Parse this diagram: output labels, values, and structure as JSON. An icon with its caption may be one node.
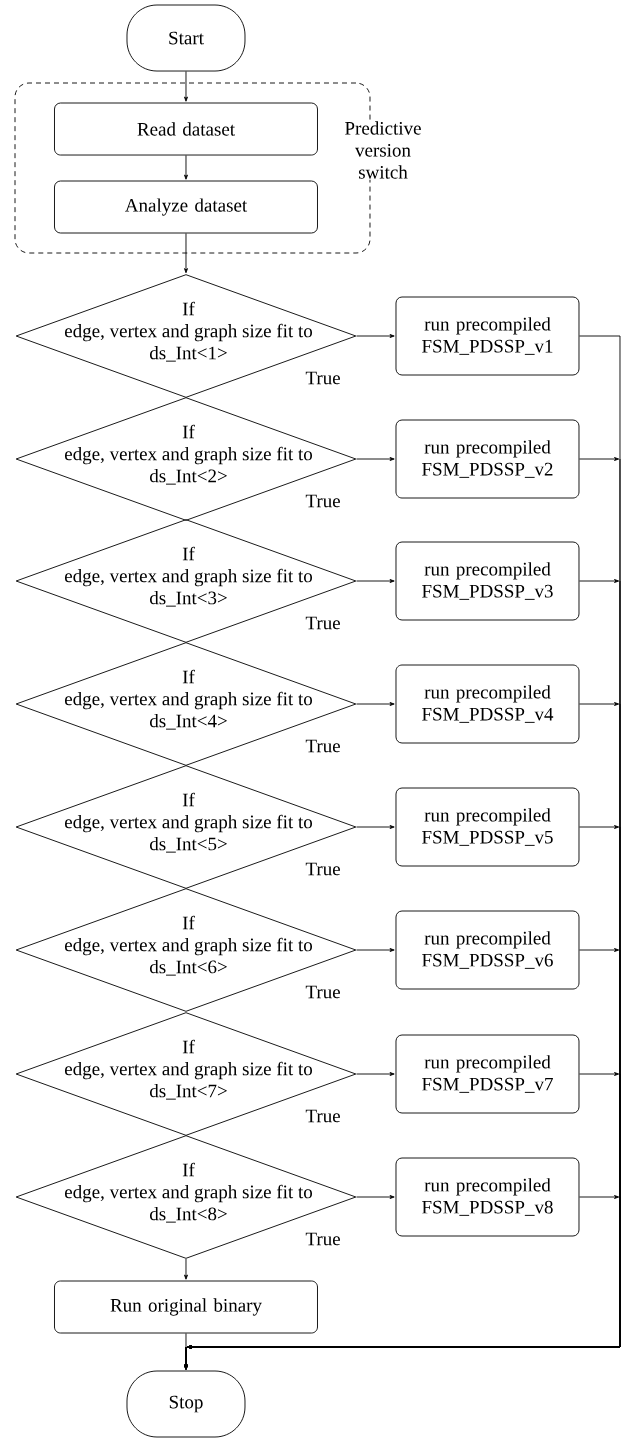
{
  "diagram": {
    "nodes": [
      {
        "text": [
          "Start"
        ]
      },
      {
        "text": [
          "Predictive version switch"
        ]
      },
      {
        "text": [
          "Read dataset"
        ],
        "in": 1
      },
      {
        "text": [
          "Analyze dataset"
        ],
        "in": 1
      },
      {
        "text": [
          "If edge, vertex and graph size fit to ds_Int<1>"
        ],
        "beside": [
          "True"
        ]
      },
      {
        "text": [
          "run precompiled FSM_PDSSP_v1"
        ]
      },
      {
        "text": [
          "If edge, vertex and graph size fit to ds_Int<2>"
        ],
        "beside": [
          "True"
        ]
      },
      {
        "text": [
          "run precompiled FSM_PDSSP_v2"
        ]
      },
      {
        "text": [
          "If edge, vertex and graph size fit to ds_Int<3>"
        ],
        "beside": [
          "True"
        ]
      },
      {
        "text": [
          "run precompiled FSM_PDSSP_v3"
        ]
      },
      {
        "text": [
          "If edge, vertex and graph size fit to ds_Int<4>"
        ],
        "beside": [
          "True"
        ]
      },
      {
        "text": [
          "run precompiled FSM_PDSSP_v4"
        ]
      },
      {
        "text": [
          "If edge, vertex and graph size fit to ds_Int<5>"
        ],
        "beside": [
          "True"
        ]
      },
      {
        "text": [
          "run precompiled FSM_PDSSP_v5"
        ]
      },
      {
        "text": [
          "If edge, vertex and graph size fit to ds_Int<6>"
        ],
        "beside": [
          "True"
        ]
      },
      {
        "text": [
          "run precompiled FSM_PDSSP_v6"
        ]
      },
      {
        "text": [
          "If edge, vertex and graph size fit to ds_Int<7>"
        ],
        "beside": [
          "True"
        ]
      },
      {
        "text": [
          "run precompiled FSM_PDSSP_v7"
        ]
      },
      {
        "text": [
          "If edge, vertex and graph size fit to ds_Int<8>"
        ],
        "beside": [
          "True"
        ]
      },
      {
        "text": [
          "run precompiled FSM_PDSSP_v8"
        ]
      },
      {
        "text": [
          "Run original binary"
        ]
      },
      {
        "text": [
          "Stop"
        ]
      }
    ],
    "edges": [
      {
        "from": 0,
        "to": 2,
        "arrow": "to"
      },
      {
        "from": 2,
        "to": 3,
        "arrow": "to"
      },
      {
        "from": 3,
        "to": 4,
        "arrow": "to"
      },
      {
        "from": 4,
        "to": 5,
        "arrow": "to"
      },
      {
        "from": 6,
        "to": 7,
        "arrow": "to"
      },
      {
        "from": 8,
        "to": 9,
        "arrow": "to"
      },
      {
        "from": 10,
        "to": 11,
        "arrow": "to"
      },
      {
        "from": 12,
        "to": 13,
        "arrow": "to"
      },
      {
        "from": 14,
        "to": 15,
        "arrow": "to"
      },
      {
        "from": 16,
        "to": 17,
        "arrow": "to"
      },
      {
        "from": 18,
        "to": 19,
        "arrow": "to"
      },
      {
        "from": 5,
        "to": 21,
        "arrow": "to"
      },
      {
        "from": 7,
        "to": 21,
        "arrow": "to"
      },
      {
        "from": 9,
        "to": 21,
        "arrow": "to"
      },
      {
        "from": 11,
        "to": 21,
        "arrow": "to"
      },
      {
        "from": 13,
        "to": 21,
        "arrow": "to"
      },
      {
        "from": 15,
        "to": 21,
        "arrow": "to"
      },
      {
        "from": 17,
        "to": 21,
        "arrow": "to"
      },
      {
        "from": 19,
        "to": 21,
        "arrow": "to"
      },
      {
        "from": 18,
        "to": 20,
        "arrow": "to"
      },
      {
        "from": 20,
        "to": 21,
        "arrow": "to"
      }
    ]
  }
}
